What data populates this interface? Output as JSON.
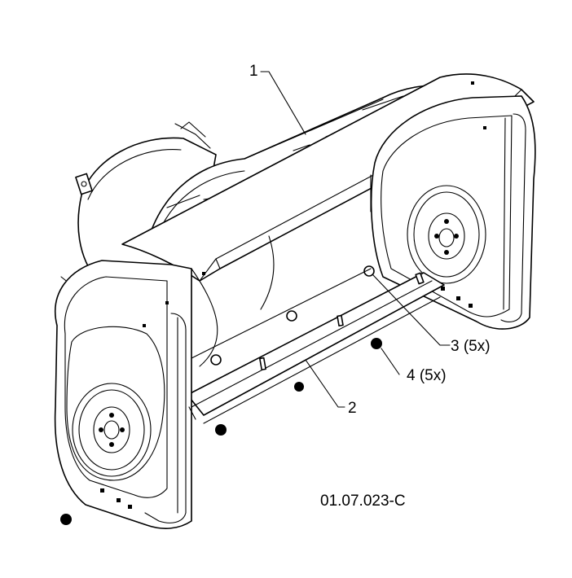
{
  "diagram": {
    "callouts": [
      {
        "id": "1",
        "text": "1"
      },
      {
        "id": "2",
        "text": "2"
      },
      {
        "id": "3",
        "text": "3 (5x)"
      },
      {
        "id": "4",
        "text": "4 (5x)"
      }
    ],
    "figure_code": "01.07.023-C"
  },
  "colors": {
    "ink": "#000000",
    "paper": "#ffffff"
  }
}
